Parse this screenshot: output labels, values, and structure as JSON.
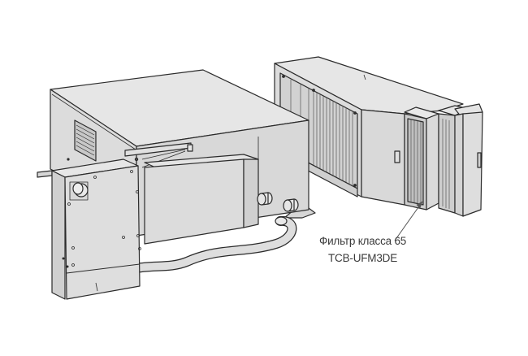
{
  "diagram": {
    "subject": "Ducted indoor air-conditioning unit with separate filter chamber",
    "components": [
      {
        "id": "main-unit",
        "label": "Indoor unit (housing with louvered grille, drain pump box, refrigerant pipe connections)"
      },
      {
        "id": "control-box",
        "label": "Electrical/control box"
      },
      {
        "id": "drain-hose",
        "label": "Drain hose"
      },
      {
        "id": "filter-chamber",
        "label": "Filter chamber with slide-out filter cassettes"
      }
    ],
    "callout": {
      "line1": "Фильтр класса 65",
      "line2": "TCB-UFM3DE",
      "target": "filter-chamber"
    }
  },
  "colors": {
    "background": "#ffffff",
    "fill_light": "#e4e4e4",
    "fill_mid": "#d8d8d8",
    "fill_dark": "#c9c9c9",
    "stroke": "#2b2b2b",
    "label_text": "#3a3a3a"
  }
}
